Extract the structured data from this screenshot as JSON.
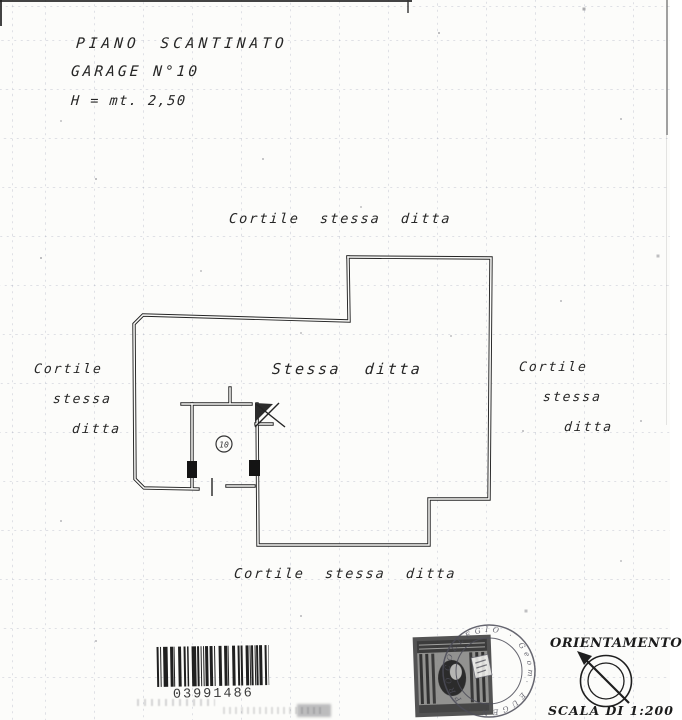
{
  "document": {
    "header": {
      "floor": "PIANO SCANTINATO",
      "unit": "GARAGE N°10",
      "height": "H = mt. 2,50"
    },
    "labels": {
      "courtyard_top": "Cortile stessa ditta",
      "courtyard_left_line1": "Cortile",
      "courtyard_left_line2": "stessa",
      "courtyard_left_line3": "ditta",
      "courtyard_right_line1": "Cortile",
      "courtyard_right_line2": "stessa",
      "courtyard_right_line3": "ditta",
      "same_firm_center": "Stessa ditta",
      "courtyard_bottom": "Cortile stessa ditta"
    },
    "plan": {
      "unit_circle_number": "10"
    },
    "barcode": {
      "digits": "03991486"
    },
    "round_stamp": {
      "rim_text": "COLLEGIO · Geom. EUGEN · PRO · B.P."
    },
    "orientation": {
      "title": "ORIENTAMENTO",
      "scale_note": "SCALA DI 1:200"
    },
    "ink_color": "#242424",
    "paper_color": "#fcfcfa"
  }
}
